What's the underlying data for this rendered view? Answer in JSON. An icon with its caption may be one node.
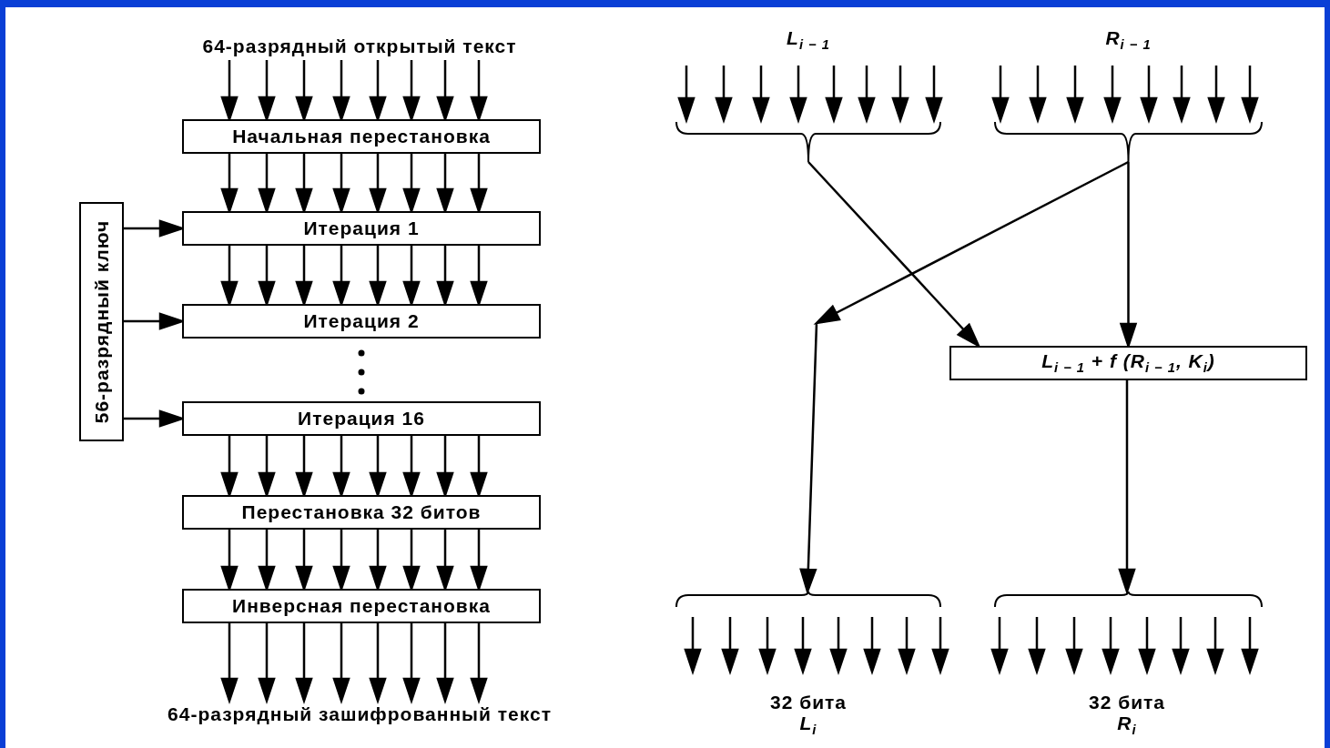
{
  "diagram": {
    "nodes": [
      {
        "text": [
          "64-разрядный открытый текст"
        ]
      },
      {
        "text": [
          "Начальная перестановка"
        ]
      },
      {
        "text": [
          "Итерация 1"
        ]
      },
      {
        "text": [
          "Итерация 2"
        ]
      },
      {
        "text": [
          "Итерация 16"
        ]
      },
      {
        "text": [
          "Перестановка 32  битов"
        ]
      },
      {
        "text": [
          "Инверсная перестановка"
        ]
      },
      {
        "text": [
          "64-разрядный зашифрованный текст"
        ]
      },
      {
        "text": [
          "56-разрядный ключ"
        ]
      },
      {
        "text": [
          "L$_{i − 1}$"
        ]
      },
      {
        "text": [
          "R$_{i − 1}$"
        ]
      },
      {
        "text": [
          "L$_{i − 1}$ + f (R$_{i − 1}$, K$_{i}$)"
        ]
      },
      {
        "text": [
          "32 бита",
          "L$_{i}$"
        ]
      },
      {
        "text": [
          "32 бита",
          "R$_{i}$"
        ]
      }
    ],
    "edges": [
      {
        "from": 0,
        "to": 1,
        "arrow": "to"
      },
      {
        "from": 1,
        "to": 2,
        "arrow": "to"
      },
      {
        "from": 2,
        "to": 3,
        "arrow": "to"
      },
      {
        "from": 4,
        "to": 5,
        "arrow": "to"
      },
      {
        "from": 5,
        "to": 6,
        "arrow": "to"
      },
      {
        "from": 6,
        "to": 7,
        "arrow": "to"
      },
      {
        "from": 8,
        "to": 2,
        "arrow": "to"
      },
      {
        "from": 8,
        "to": 3,
        "arrow": "to"
      },
      {
        "from": 8,
        "to": 4,
        "arrow": "to"
      },
      {
        "from": 9,
        "to": 11,
        "arrow": "to"
      },
      {
        "from": 10,
        "to": 11,
        "arrow": "to"
      },
      {
        "from": 10,
        "to": 12,
        "arrow": "to"
      },
      {
        "from": 11,
        "to": 13,
        "arrow": "to"
      }
    ]
  }
}
